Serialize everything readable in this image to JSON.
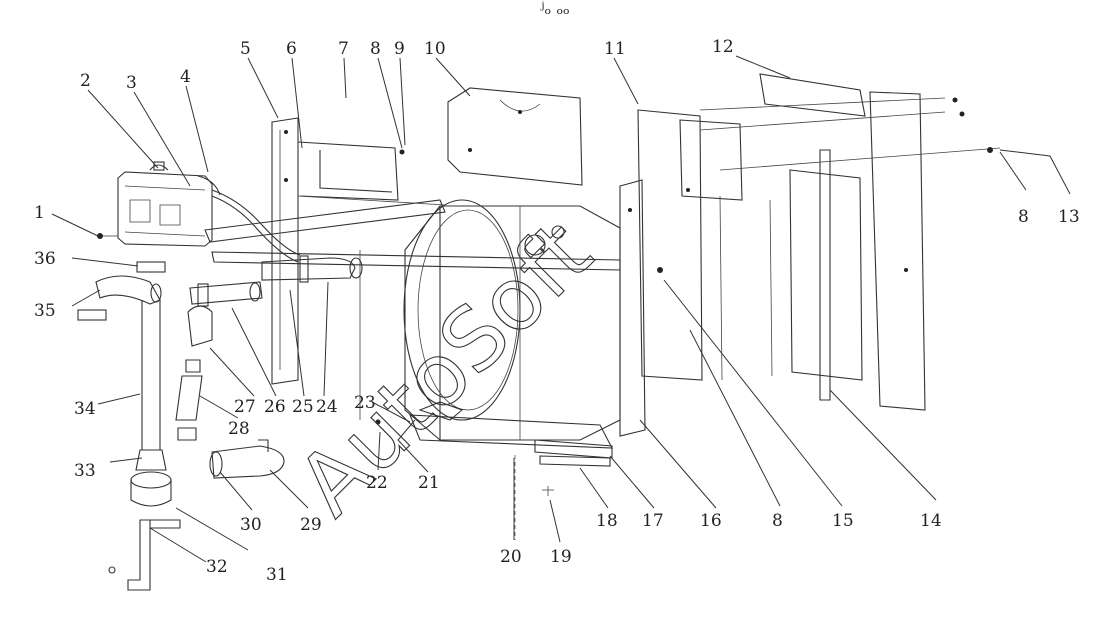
{
  "page_marker": "ʲₒ ₒₒ",
  "watermark": "AutoSoft",
  "callouts": [
    "1",
    "2",
    "3",
    "4",
    "5",
    "6",
    "7",
    "8",
    "9",
    "10",
    "11",
    "12",
    "13",
    "8",
    "13",
    "14",
    "15",
    "8",
    "16",
    "17",
    "18",
    "19",
    "20",
    "21",
    "22",
    "23",
    "24",
    "25",
    "26",
    "27",
    "28",
    "29",
    "30",
    "31",
    "32",
    "33",
    "34",
    "35",
    "36"
  ]
}
